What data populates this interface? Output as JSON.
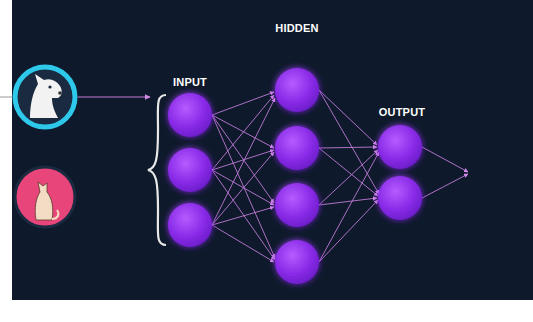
{
  "diagram": {
    "labels": [
      "INPUT",
      "HIDDEN",
      "OUTPUT"
    ]
  }
}
